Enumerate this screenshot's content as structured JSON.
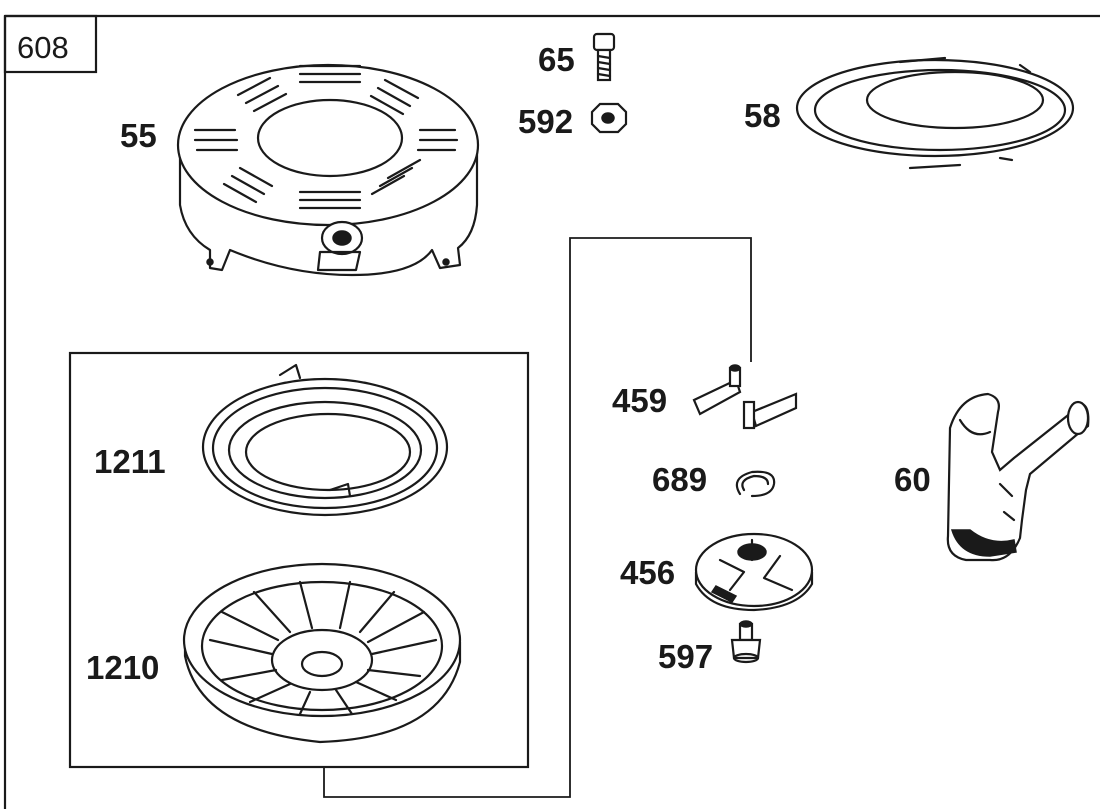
{
  "diagram": {
    "figure_number": "608",
    "parts": [
      {
        "id": "55",
        "label": "55",
        "icon": "blower-housing-icon"
      },
      {
        "id": "65",
        "label": "65",
        "icon": "screw-icon"
      },
      {
        "id": "592",
        "label": "592",
        "icon": "nut-icon"
      },
      {
        "id": "58",
        "label": "58",
        "icon": "starter-rope-icon"
      },
      {
        "id": "1211",
        "label": "1211",
        "icon": "rewind-spring-icon"
      },
      {
        "id": "1210",
        "label": "1210",
        "icon": "pulley-icon"
      },
      {
        "id": "459",
        "label": "459",
        "icon": "pawl-icon"
      },
      {
        "id": "689",
        "label": "689",
        "icon": "retainer-ring-icon"
      },
      {
        "id": "456",
        "label": "456",
        "icon": "retainer-icon"
      },
      {
        "id": "597",
        "label": "597",
        "icon": "starter-screw-icon"
      },
      {
        "id": "60",
        "label": "60",
        "icon": "starter-handle-icon"
      }
    ],
    "colors": {
      "ink": "#1a1a1a",
      "paper": "#ffffff"
    }
  }
}
